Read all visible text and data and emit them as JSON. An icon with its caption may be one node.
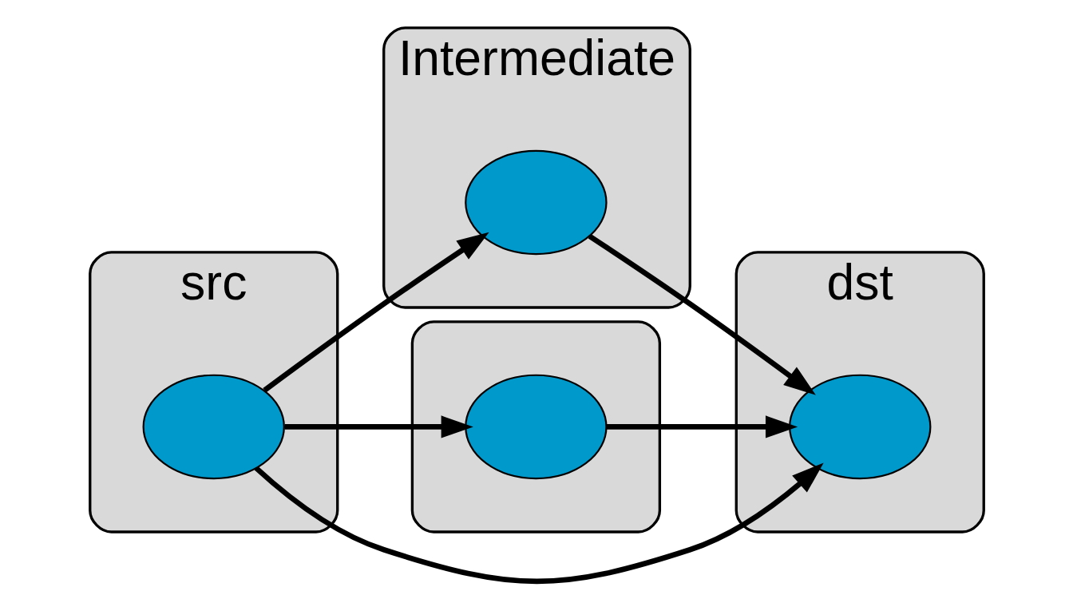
{
  "diagram": {
    "nodes": [
      {
        "text": [
          "src"
        ]
      },
      {
        "text": [],
        "shape": "circle",
        "in": 0
      },
      {
        "text": [
          "Intermediate"
        ]
      },
      {
        "text": [],
        "shape": "circle",
        "in": 2
      },
      {
        "text": [],
        "shape": "cloud"
      },
      {
        "text": [],
        "shape": "circle",
        "in": 4
      },
      {
        "text": [
          "dst"
        ]
      },
      {
        "text": [],
        "shape": "circle",
        "in": 6
      }
    ],
    "edges": [
      {
        "from": 1,
        "to": 3,
        "arrow": "to"
      },
      {
        "from": 3,
        "to": 7,
        "arrow": "to"
      },
      {
        "from": 1,
        "to": 7,
        "arrow": "to"
      },
      {
        "from": 1,
        "to": 5,
        "arrow": "to"
      },
      {
        "from": 5,
        "to": 7,
        "arrow": "to"
      }
    ]
  }
}
